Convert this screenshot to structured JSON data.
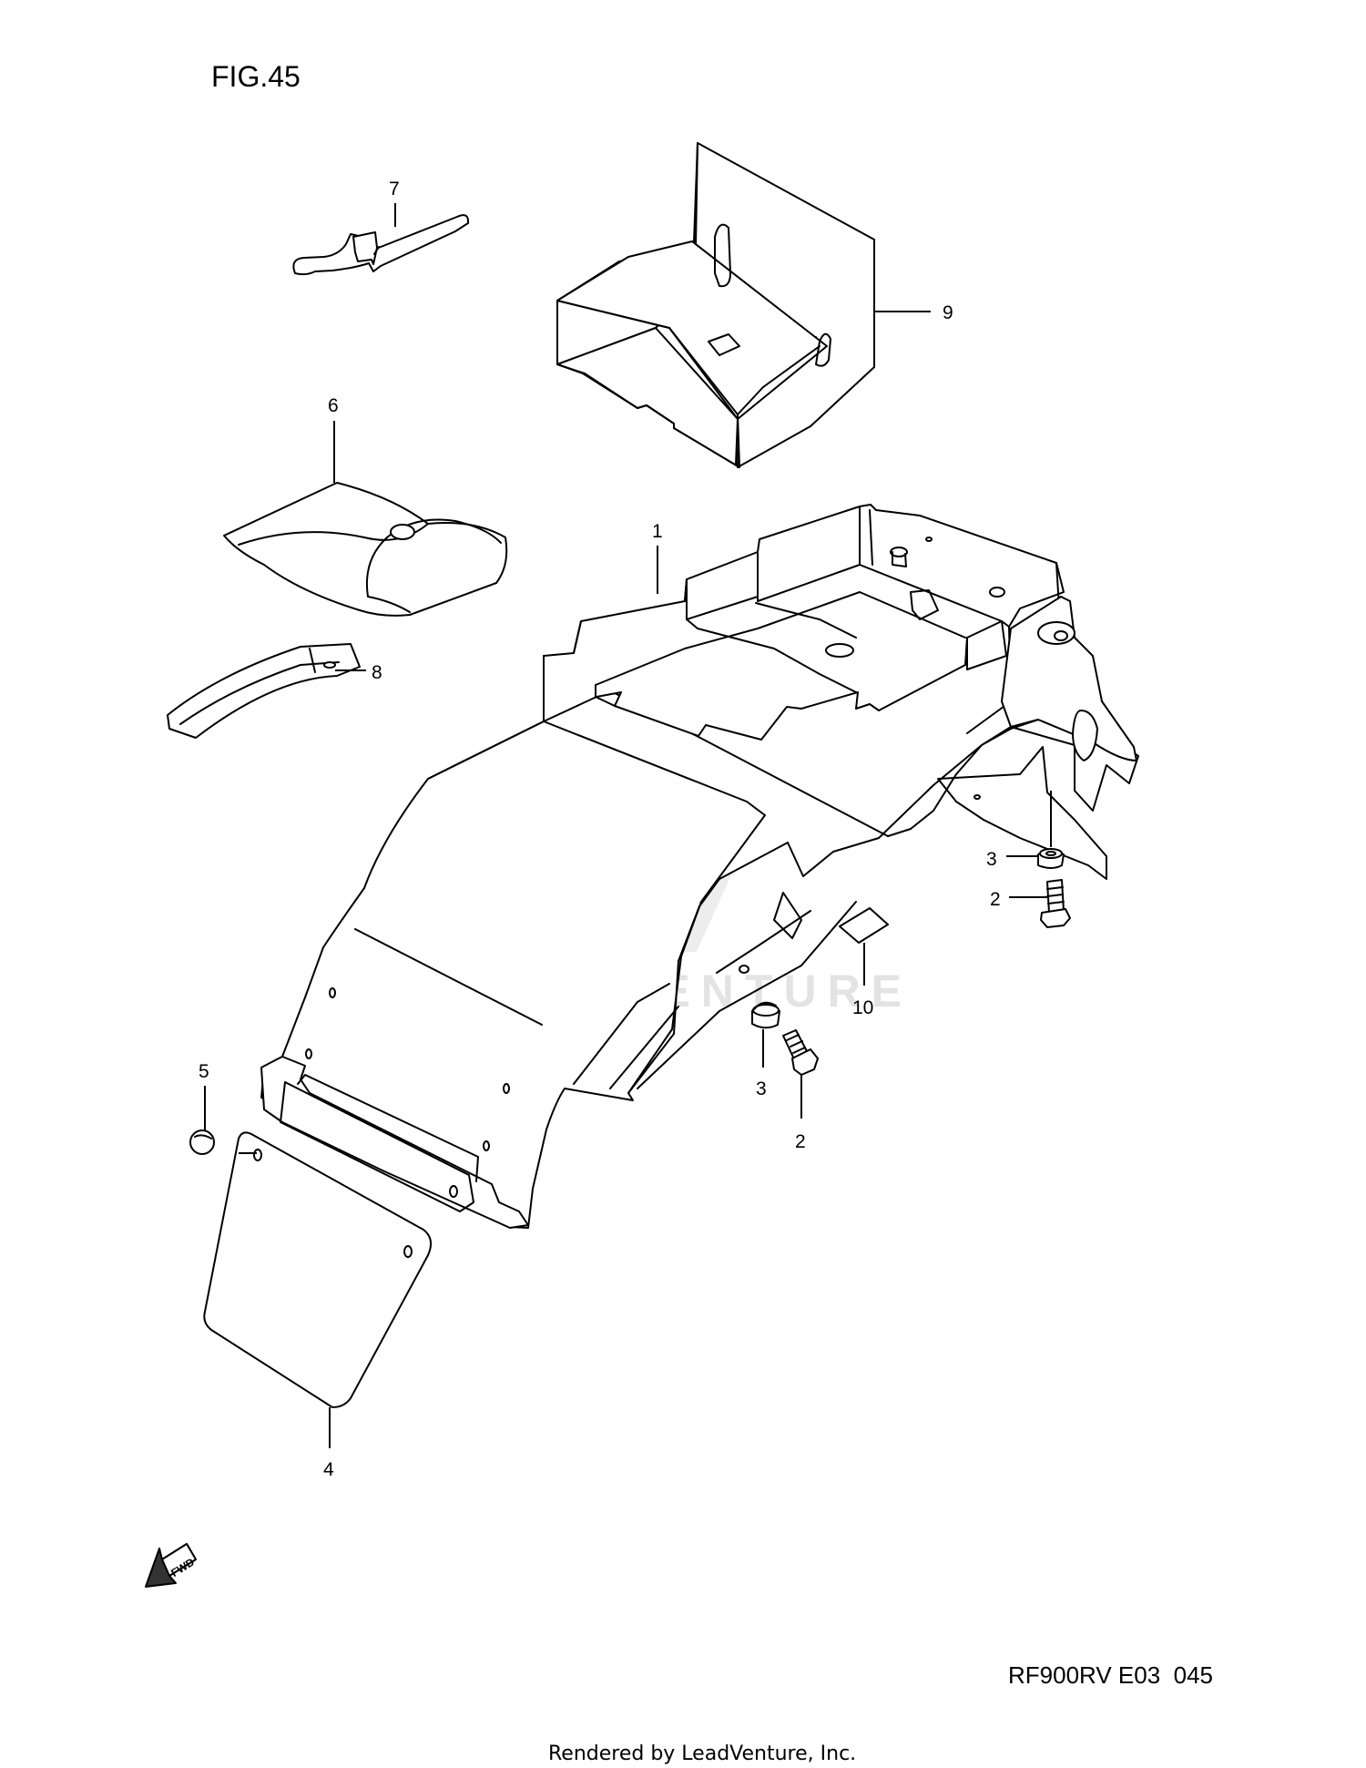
{
  "figure": {
    "title": "FIG.45",
    "code": "RF900RV E03  045",
    "direction_label": "FWD"
  },
  "callouts": {
    "fender": "1",
    "bolt_right": "2",
    "bolt_center": "2",
    "cushion_right": "3",
    "cushion_center": "3",
    "mudflap": "4",
    "grommet": "5",
    "tool_bag": "6",
    "spanner": "7",
    "band": "8",
    "battery_tray": "9",
    "label": "10"
  },
  "watermark": {
    "text": "LEADVENTURE"
  },
  "footer": {
    "text": "Rendered by LeadVenture, Inc."
  },
  "colors": {
    "line": "#000000",
    "background": "#ffffff",
    "watermark": "#e3e3e3"
  }
}
